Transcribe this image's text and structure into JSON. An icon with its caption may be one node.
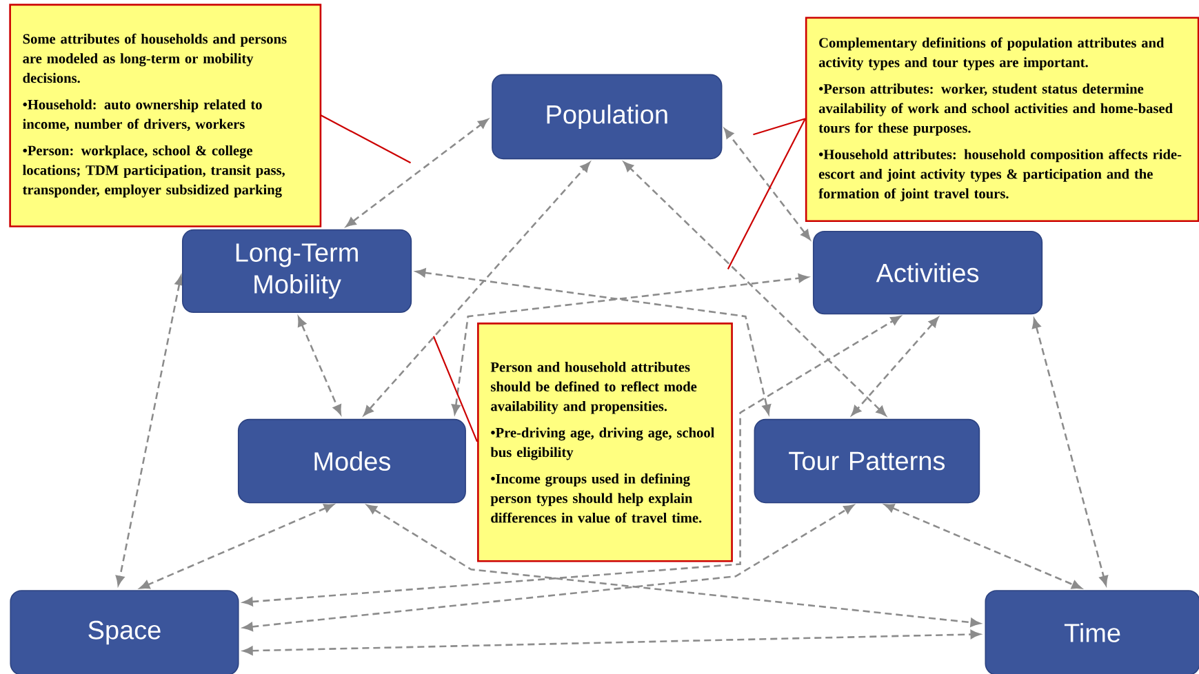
{
  "diagram": {
    "nodes": [
      {
        "text": [
          "Some attributes of households and persons are modeled as long-term or mobility decisions.",
          "•Household: auto ownership related to income, number of drivers, workers",
          "•Person: workplace, school & college locations; TDM participation, transit pass, transponder, employer subsidized parking"
        ]
      },
      {
        "text": [
          "Population"
        ]
      },
      {
        "text": [
          "Complementary definitions of population attributes and activity types and tour types are important.",
          "•Person attributes: worker, student status determine availability of work and school activities and home-based tours for these purposes.",
          "•Household attributes: household composition affects ride-escort and joint activity types & participation and the formation of joint travel tours."
        ]
      },
      {
        "text": [
          "Long-Term Mobility"
        ]
      },
      {
        "text": [
          "Activities"
        ]
      },
      {
        "text": [
          "Person and household attributes should be defined to reflect mode availability and propensities.",
          "•Pre-driving age, driving age, school bus eligibility",
          "•Income groups used in defining person types should help explain differences in value of travel time."
        ]
      },
      {
        "text": [
          "Modes"
        ]
      },
      {
        "text": [
          "Tour Patterns"
        ]
      },
      {
        "text": [
          "Space"
        ]
      },
      {
        "text": [
          "Time"
        ]
      }
    ],
    "edges": [
      {
        "from": 3,
        "to": 1,
        "arrow": "both",
        "style": "dashed"
      },
      {
        "from": 4,
        "to": 1,
        "arrow": "both",
        "style": "dashed"
      },
      {
        "from": 6,
        "to": 1,
        "arrow": "both",
        "style": "dashed"
      },
      {
        "from": 7,
        "to": 1,
        "arrow": "both",
        "style": "dashed"
      },
      {
        "from": 3,
        "to": 6,
        "arrow": "both",
        "style": "dashed"
      },
      {
        "from": 4,
        "to": 7,
        "arrow": "both",
        "style": "dashed"
      },
      {
        "from": 3,
        "to": 7,
        "arrow": "both",
        "style": "dashed"
      },
      {
        "from": 6,
        "to": 4,
        "arrow": "both",
        "style": "dashed"
      },
      {
        "from": 8,
        "to": 4,
        "arrow": "both",
        "style": "dashed"
      },
      {
        "from": 6,
        "to": 8,
        "arrow": "both",
        "style": "dashed"
      },
      {
        "from": 6,
        "to": 9,
        "arrow": "both",
        "style": "dashed"
      },
      {
        "from": 8,
        "to": 7,
        "arrow": "both",
        "style": "dashed"
      },
      {
        "from": 7,
        "to": 9,
        "arrow": "both",
        "style": "dashed"
      },
      {
        "from": 4,
        "to": 9,
        "arrow": "both",
        "style": "dashed"
      },
      {
        "from": 3,
        "to": 8,
        "arrow": "both",
        "style": "dashed"
      },
      {
        "from": 8,
        "to": 9,
        "arrow": "both",
        "style": "dashed"
      },
      {
        "from": 0,
        "to": null,
        "arrow": "none",
        "color": "#cc0000"
      },
      {
        "from": 2,
        "to": null,
        "arrow": "none",
        "color": "#cc0000"
      },
      {
        "from": 2,
        "to": null,
        "arrow": "none",
        "color": "#cc0000"
      },
      {
        "from": 5,
        "to": null,
        "arrow": "none",
        "color": "#cc0000"
      }
    ]
  }
}
